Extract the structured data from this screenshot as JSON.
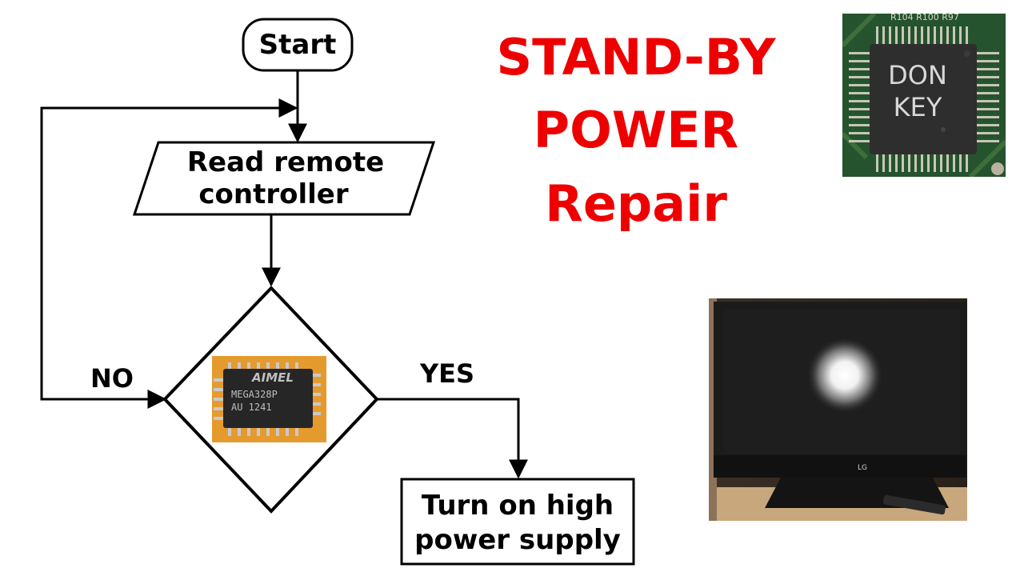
{
  "title": {
    "line1": "STAND-BY",
    "line2": "POWER",
    "line3": "Repair"
  },
  "flowchart": {
    "start": "Start",
    "read_line1": "Read remote",
    "read_line2": "controller",
    "no_label": "NO",
    "yes_label": "YES",
    "turn_line1": "Turn on high",
    "turn_line2": "power supply"
  },
  "chip_photo": {
    "line1": "DON",
    "line2": "KEY",
    "board_text": "R104 R100 R97"
  },
  "mcu_photo": {
    "brand": "AIMEL",
    "line1": "MEGA328P",
    "line2": "AU 1241"
  },
  "tv_photo": {
    "brand": "LG"
  },
  "colors": {
    "title": "#ee0000",
    "stroke": "#000000",
    "pcb": "#1f4e2a",
    "chip": "#2e2e2e"
  }
}
